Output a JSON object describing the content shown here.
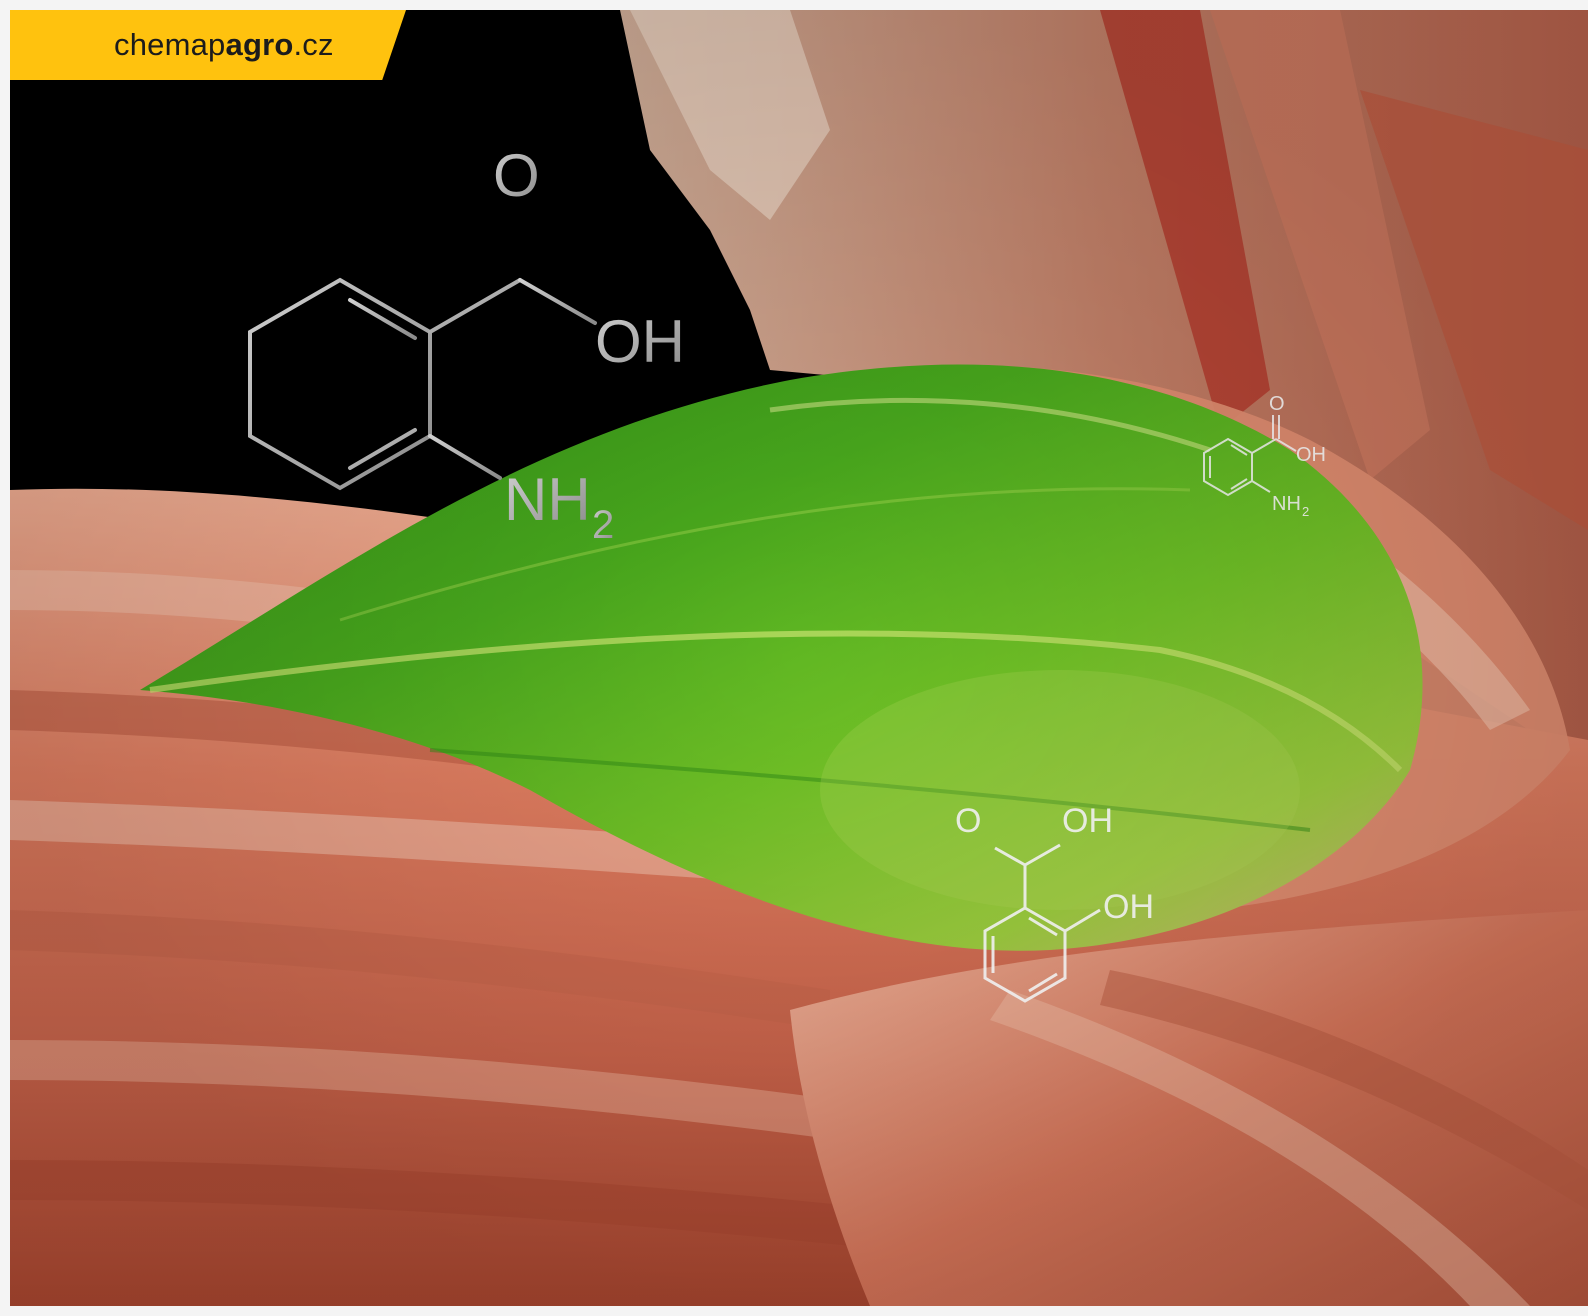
{
  "brand": {
    "prefix": "chemap",
    "highlight": "agro",
    "suffix": ".cz",
    "tab_color": "#ffc20e"
  },
  "molecules": [
    {
      "name": "anthranilic-acid-large",
      "labels": {
        "carbonyl": "O",
        "hydroxyl": "OH",
        "amine": "NH",
        "amine_subscript": "2"
      }
    },
    {
      "name": "anthranilic-acid-small",
      "labels": {
        "carbonyl": "O",
        "hydroxyl": "OH",
        "amine": "NH",
        "amine_subscript": "2"
      }
    },
    {
      "name": "salicylic-acid",
      "labels": {
        "carbonyl": "O",
        "acid_hydroxyl": "OH",
        "ring_hydroxyl": "OH"
      }
    }
  ],
  "colors": {
    "muscle": "#d9775b",
    "muscle_highlight": "#f2b39a",
    "leaf": "#4fae1c",
    "leaf_highlight": "#c8e36b",
    "background": "#000000"
  }
}
